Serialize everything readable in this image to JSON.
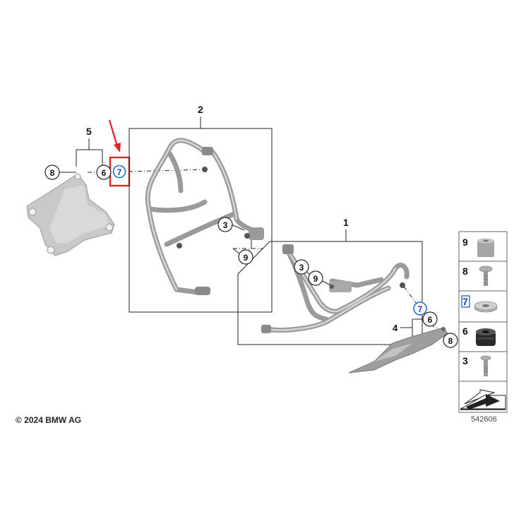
{
  "diagram": {
    "id": "542606",
    "copyright": "© 2024 BMW AG",
    "assemblies": [
      {
        "label": "1"
      },
      {
        "label": "2"
      },
      {
        "label": "5"
      },
      {
        "label": "4"
      }
    ],
    "callouts": {
      "c8_left": "8",
      "c6_left": "6",
      "c7_left": "7",
      "c3_top": "3",
      "c9_top": "9",
      "c3_mid": "3",
      "c9_mid": "9",
      "c7_right": "7",
      "c6_right": "6",
      "c8_right": "8"
    },
    "legend": [
      {
        "label": "9",
        "part": "spacer-sleeve"
      },
      {
        "label": "8",
        "part": "screw"
      },
      {
        "label": "7",
        "part": "washer",
        "highlighted": true
      },
      {
        "label": "6",
        "part": "rubber-buffer"
      },
      {
        "label": "3",
        "part": "bolt"
      }
    ],
    "highlight": {
      "target": "7",
      "color": "#d8262b",
      "arrow_color": "#d8262b",
      "ring_color": "#1e6fd9"
    }
  }
}
